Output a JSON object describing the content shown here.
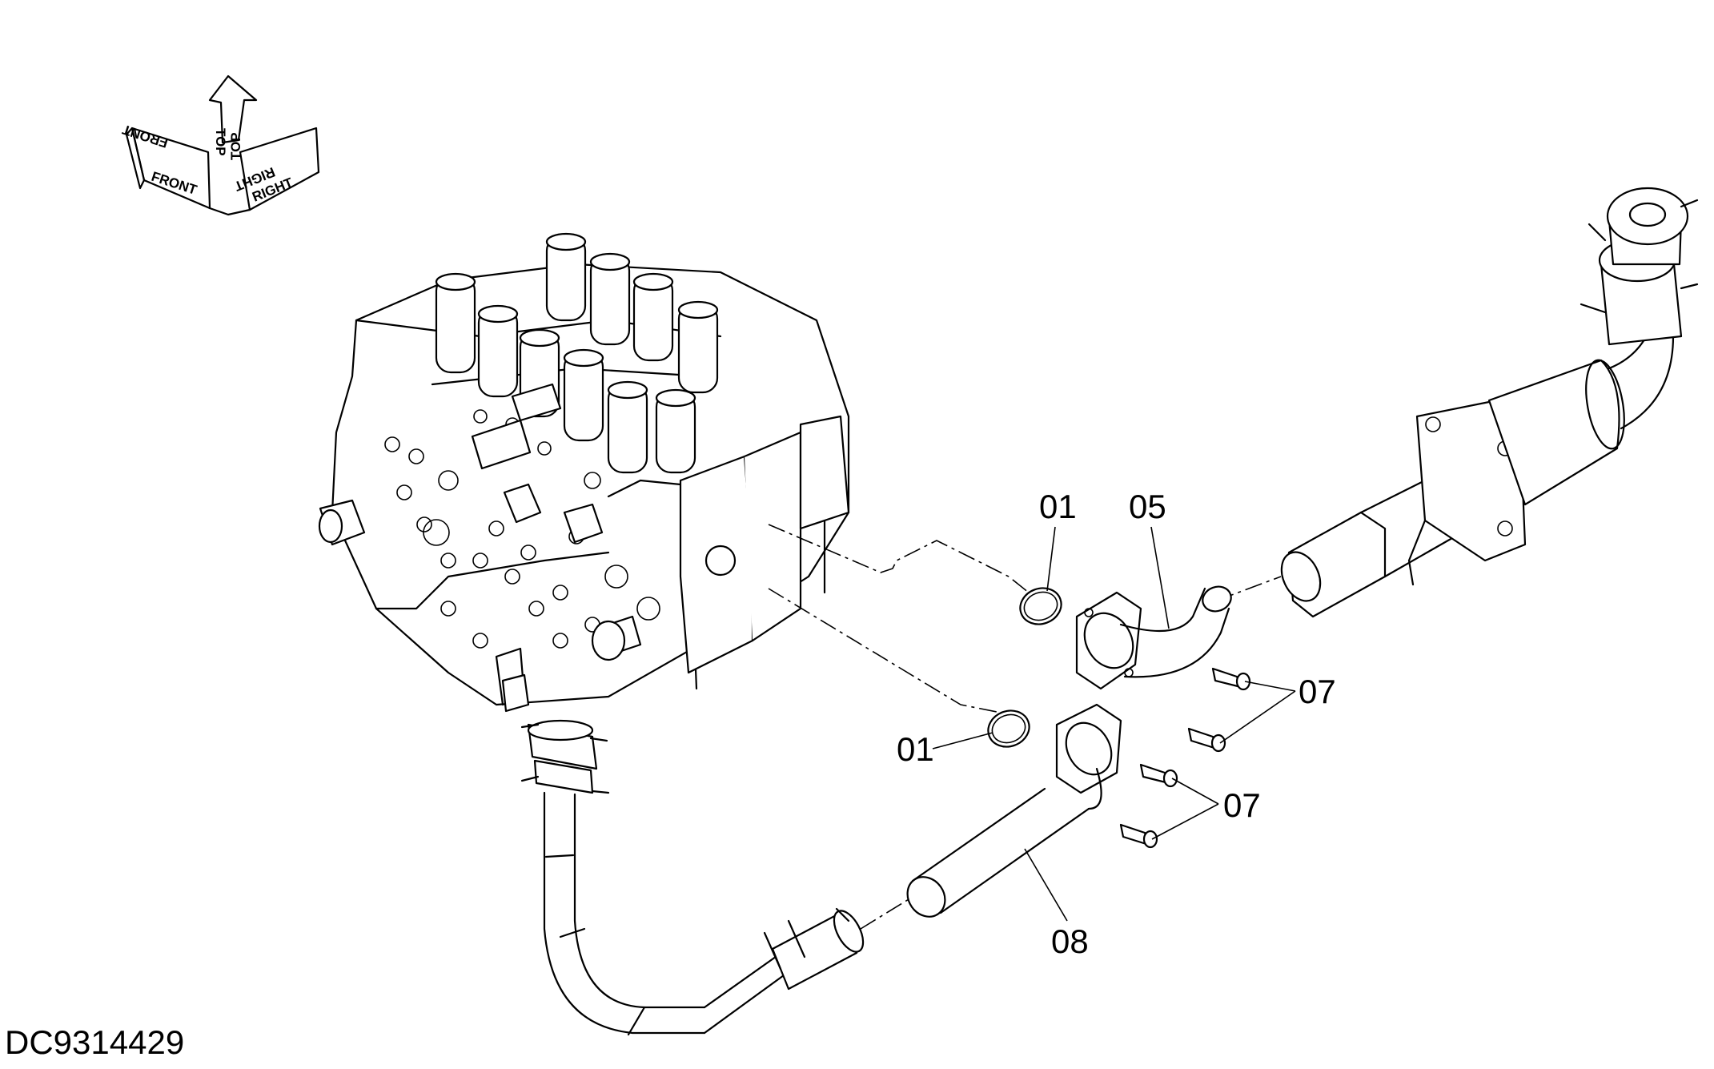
{
  "drawing_id": "DC9314429",
  "orientation": {
    "front": "FRONT",
    "top": "TOP",
    "right": "RIGHT"
  },
  "callouts": {
    "oring_upper": "01",
    "oring_lower": "01",
    "elbow_pipe": "05",
    "bolts_upper": "07",
    "bolts_lower": "07",
    "straight_pipe": "08"
  }
}
